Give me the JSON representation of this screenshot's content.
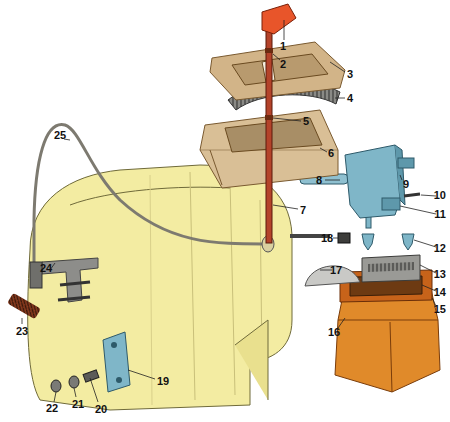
{
  "diagram": {
    "labels": [
      "1",
      "2",
      "3",
      "4",
      "5",
      "6",
      "7",
      "8",
      "9",
      "10",
      "11",
      "12",
      "13",
      "14",
      "15",
      "16",
      "17",
      "18",
      "19",
      "20",
      "21",
      "22",
      "23",
      "24",
      "25"
    ]
  }
}
